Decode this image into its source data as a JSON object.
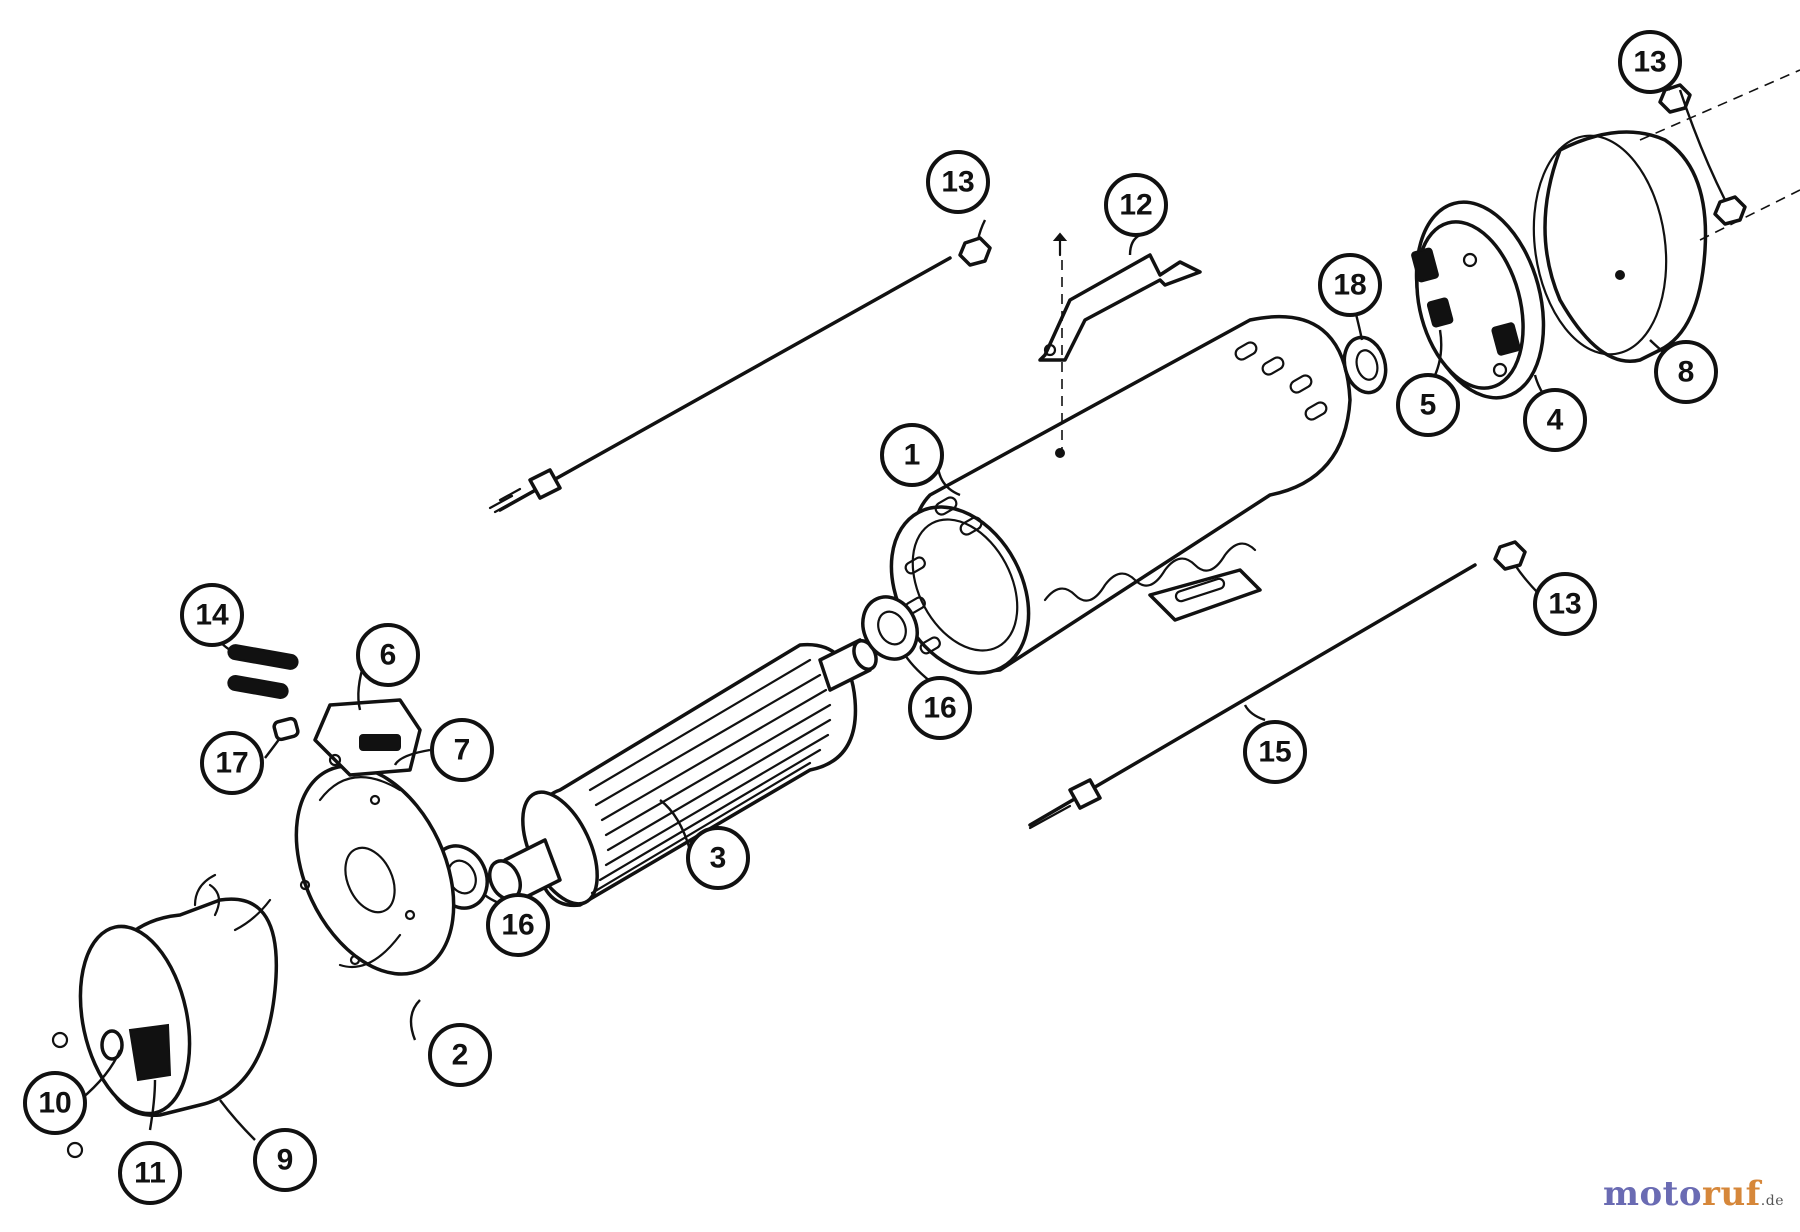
{
  "callouts": [
    {
      "id": "c1",
      "label": "1"
    },
    {
      "id": "c2",
      "label": "2"
    },
    {
      "id": "c3",
      "label": "3"
    },
    {
      "id": "c4",
      "label": "4"
    },
    {
      "id": "c5",
      "label": "5"
    },
    {
      "id": "c6",
      "label": "6"
    },
    {
      "id": "c7",
      "label": "7"
    },
    {
      "id": "c8",
      "label": "8"
    },
    {
      "id": "c9",
      "label": "9"
    },
    {
      "id": "c10",
      "label": "10"
    },
    {
      "id": "c11",
      "label": "11"
    },
    {
      "id": "c12",
      "label": "12"
    },
    {
      "id": "c13a",
      "label": "13"
    },
    {
      "id": "c13b",
      "label": "13"
    },
    {
      "id": "c13c",
      "label": "13"
    },
    {
      "id": "c14",
      "label": "14"
    },
    {
      "id": "c15",
      "label": "15"
    },
    {
      "id": "c16a",
      "label": "16"
    },
    {
      "id": "c16b",
      "label": "16"
    },
    {
      "id": "c17",
      "label": "17"
    },
    {
      "id": "c18",
      "label": "18"
    }
  ],
  "watermark": {
    "main": "moto",
    "accent": "ruf",
    "tld": ".de"
  }
}
